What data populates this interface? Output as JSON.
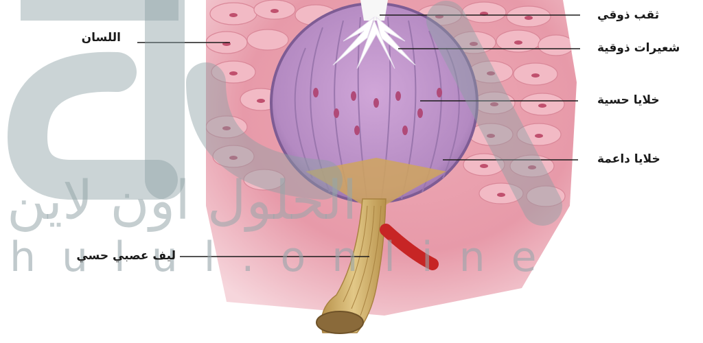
{
  "labels": {
    "tongue": "اللسان",
    "taste_pore": "ثقب ذوقي",
    "taste_hairs": "شعيرات ذوقية",
    "sensory_cells": "خلايا حسية",
    "supporting_cells": "خلايا داعمة",
    "sensory_nerve_fiber": "ليف عصبي حسي"
  },
  "watermark": {
    "arabic": "الحلول اون لاين",
    "latin": "hulul.online"
  },
  "colors": {
    "tissue": "#e7a0ad",
    "tissue_cells": "#f0b5c0",
    "cell_nucleus": "#c0506e",
    "taste_bud": "#b98ac4",
    "taste_bud_rim": "#8d6aa0",
    "nerve": "#d2b06a",
    "blood_vessel": "#cc2a2a",
    "watermark": "#9fb0b5"
  }
}
